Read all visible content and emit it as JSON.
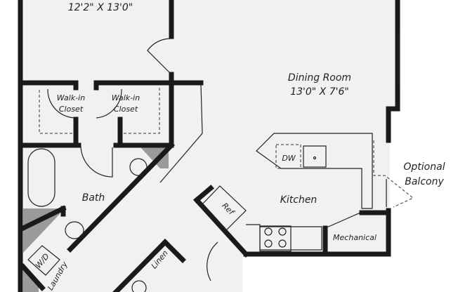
{
  "rooms": {
    "bedroom": {
      "dimensions": "12'2\" X 13'0\""
    },
    "walk_in_closet_1": {
      "label_line1": "Walk-in",
      "label_line2": "Closet"
    },
    "walk_in_closet_2": {
      "label_line1": "Walk-in",
      "label_line2": "Closet"
    },
    "dining_room": {
      "name": "Dining Room",
      "dimensions": "13'0\" X 7'6\""
    },
    "bath": {
      "name": "Bath"
    },
    "kitchen": {
      "name": "Kitchen"
    },
    "mechanical": {
      "name": "Mechanical"
    },
    "linen": {
      "name": "Linen"
    },
    "laundry": {
      "name": "Laundry",
      "appliance": "W/D"
    },
    "optional_balcony": {
      "line1": "Optional",
      "line2": "Balcony"
    }
  },
  "fixtures": {
    "dishwasher": "DW",
    "refrigerator": "Ref"
  },
  "colors": {
    "floor": "#f1f1f1",
    "wall": "#1a1a1a",
    "shaft": "#9a9a9a"
  }
}
